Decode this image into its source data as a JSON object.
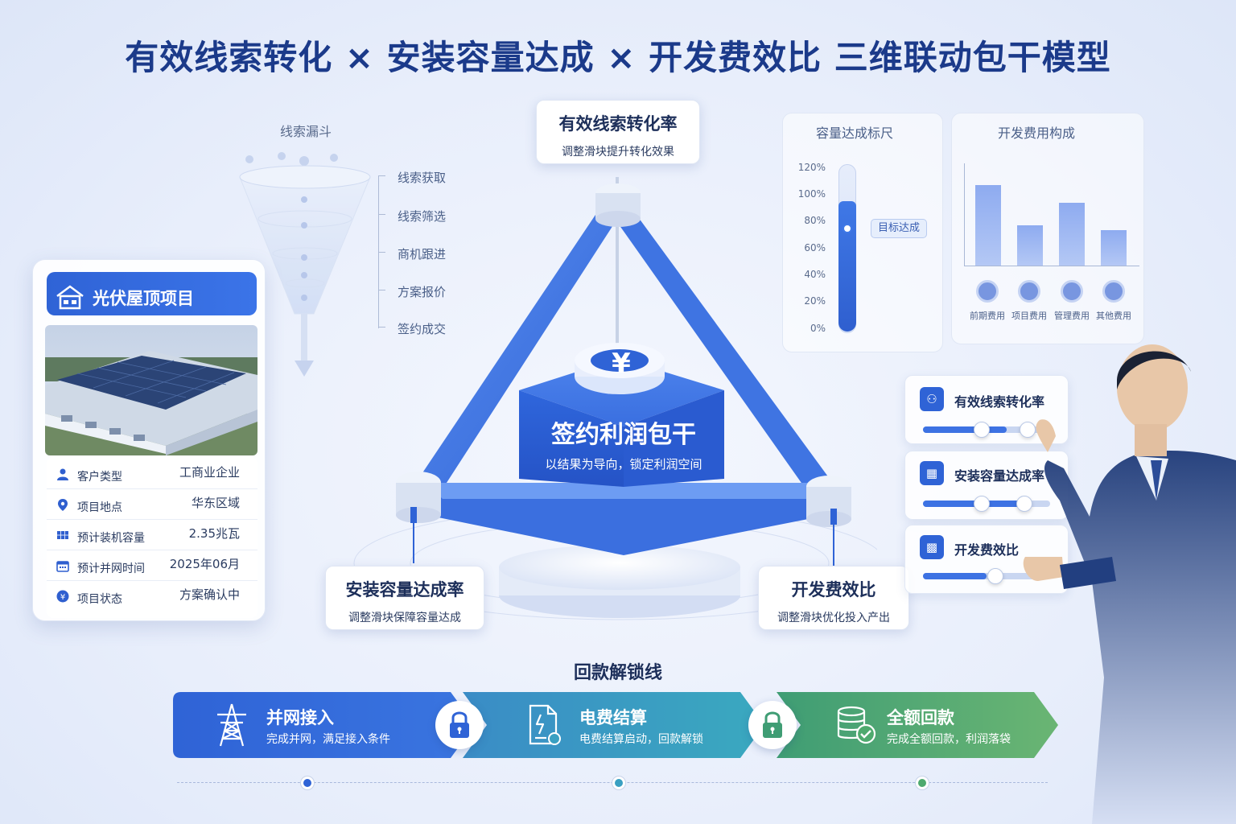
{
  "title": "有效线索转化 × 安装容量达成 × 开发费效比 三维联动包干模型",
  "funnel": {
    "title": "线索漏斗",
    "stages": [
      "线索获取",
      "线索筛选",
      "商机跟进",
      "方案报价",
      "签约成交"
    ]
  },
  "project_card": {
    "title": "光伏屋顶项目",
    "rows": [
      {
        "label": "客户类型",
        "value": "工商业企业",
        "icon": "user-icon"
      },
      {
        "label": "项目地点",
        "value": "华东区域",
        "icon": "location-pin-icon"
      },
      {
        "label": "预计装机容量",
        "value": "2.35兆瓦",
        "icon": "solar-panel-icon"
      },
      {
        "label": "预计并网时间",
        "value": "2025年06月",
        "icon": "calendar-icon"
      },
      {
        "label": "项目状态",
        "value": "方案确认中",
        "icon": "yen-icon"
      }
    ]
  },
  "pyramid": {
    "top": {
      "title": "有效线索转化率",
      "sub": "调整滑块提升转化效果"
    },
    "left": {
      "title": "安装容量达成率",
      "sub": "调整滑块保障容量达成"
    },
    "right": {
      "title": "开发费效比",
      "sub": "调整滑块优化投入产出"
    },
    "center": {
      "symbol": "¥",
      "title": "签约利润包干",
      "sub": "以结果为导向，锁定利润空间"
    }
  },
  "capacity_ruler": {
    "title": "容量达成标尺",
    "ticks": [
      "120%",
      "100%",
      "80%",
      "60%",
      "40%",
      "20%",
      "0%"
    ],
    "fill_percent": 95,
    "target_percent": 80,
    "badge": "目标达成"
  },
  "cost_breakdown": {
    "title": "开发费用构成",
    "categories": [
      "前期费用",
      "项目费用",
      "管理费用",
      "其他费用"
    ],
    "values": [
      1.0,
      0.5,
      0.78,
      0.44
    ]
  },
  "controls": [
    {
      "label": "有效线索转化率",
      "icon": "users-icon",
      "fill": 0.66,
      "thumb": [
        0.46,
        0.82
      ]
    },
    {
      "label": "安装容量达成率",
      "icon": "solar-panel-icon",
      "fill": 0.8,
      "thumb": [
        0.46,
        0.8
      ]
    },
    {
      "label": "开发费效比",
      "icon": "bar-chart-icon",
      "fill": 0.5,
      "thumb": [
        0.57
      ]
    }
  ],
  "payback": {
    "title": "回款解锁线",
    "steps": [
      {
        "label": "并网接入",
        "sub": "完成并网，满足接入条件",
        "color": "#2f63d6"
      },
      {
        "label": "电费结算",
        "sub": "电费结算启动，回款解锁",
        "color": "#3a9fc0"
      },
      {
        "label": "全额回款",
        "sub": "完成全额回款，利润落袋",
        "color": "#4eaa6e"
      }
    ]
  }
}
